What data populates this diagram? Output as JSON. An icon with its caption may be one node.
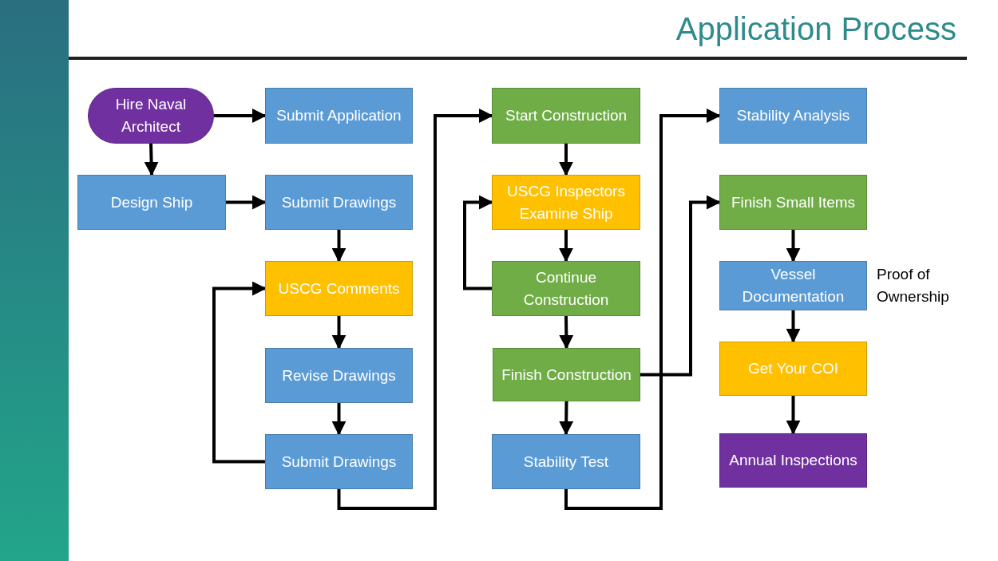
{
  "diagram": {
    "title": "Application Process",
    "nodes": [
      {
        "text": [
          "Hire Naval Architect"
        ]
      },
      {
        "text": [
          "Submit Application"
        ]
      },
      {
        "text": [
          "Design Ship"
        ]
      },
      {
        "text": [
          "Submit Drawings"
        ]
      },
      {
        "text": [
          "USCG Comments"
        ]
      },
      {
        "text": [
          "Revise Drawings"
        ]
      },
      {
        "text": [
          "Submit Drawings"
        ]
      },
      {
        "text": [
          "Start Construction"
        ]
      },
      {
        "text": [
          "USCG Inspectors Examine Ship"
        ]
      },
      {
        "text": [
          "Continue Construction"
        ]
      },
      {
        "text": [
          "Finish Construction"
        ]
      },
      {
        "text": [
          "Stability Test"
        ]
      },
      {
        "text": [
          "Stability Analysis"
        ]
      },
      {
        "text": [
          "Finish Small Items"
        ]
      },
      {
        "text": [
          "Vessel Documentation"
        ],
        "beside": [
          "Proof of Ownership"
        ]
      },
      {
        "text": [
          "Get Your COI"
        ]
      },
      {
        "text": [
          "Annual Inspections"
        ]
      }
    ],
    "edges": [
      {
        "from": 0,
        "to": 1,
        "arrow": "to"
      },
      {
        "from": 0,
        "to": 2,
        "arrow": "to"
      },
      {
        "from": 2,
        "to": 3,
        "arrow": "to"
      },
      {
        "from": 3,
        "to": 4,
        "arrow": "to"
      },
      {
        "from": 4,
        "to": 5,
        "arrow": "to"
      },
      {
        "from": 5,
        "to": 6,
        "arrow": "to"
      },
      {
        "from": 6,
        "to": 4,
        "arrow": "to"
      },
      {
        "from": 6,
        "to": 7,
        "arrow": "to"
      },
      {
        "from": 7,
        "to": 8,
        "arrow": "to"
      },
      {
        "from": 8,
        "to": 9,
        "arrow": "to"
      },
      {
        "from": 9,
        "to": 8,
        "arrow": "to"
      },
      {
        "from": 9,
        "to": 10,
        "arrow": "to"
      },
      {
        "from": 10,
        "to": 11,
        "arrow": "to"
      },
      {
        "from": 11,
        "to": 12,
        "arrow": "to"
      },
      {
        "from": 10,
        "to": 13,
        "arrow": "to"
      },
      {
        "from": 13,
        "to": 14,
        "arrow": "to"
      },
      {
        "from": 14,
        "to": 15,
        "arrow": "to"
      },
      {
        "from": 15,
        "to": 16,
        "arrow": "to"
      }
    ]
  }
}
